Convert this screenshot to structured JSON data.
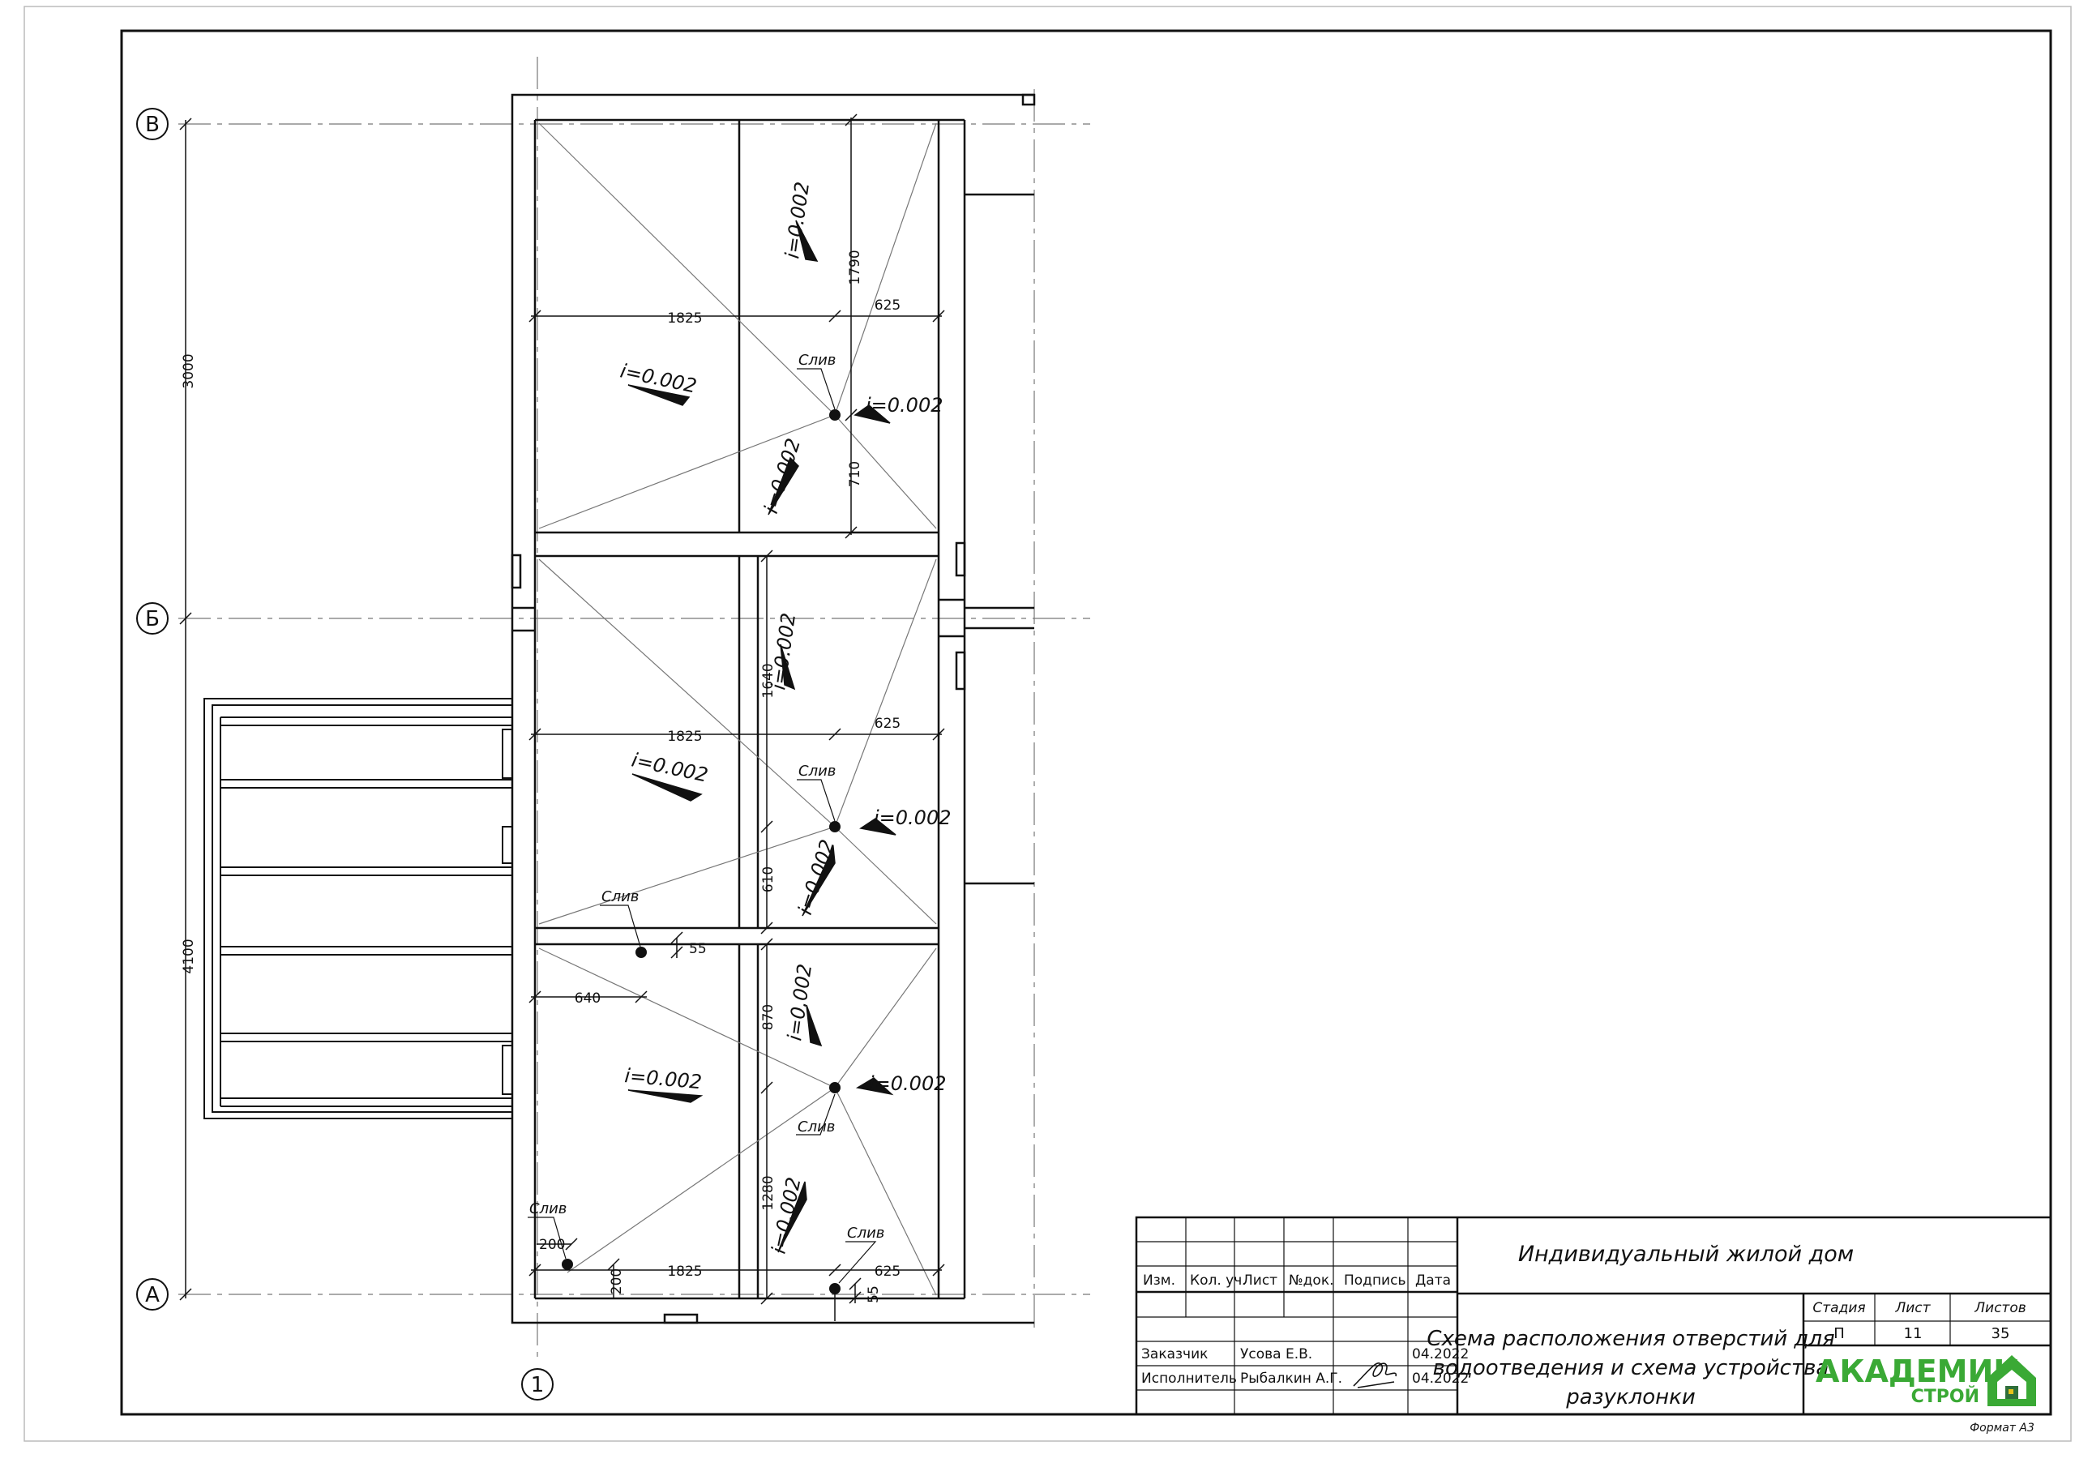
{
  "axes": {
    "v": "В",
    "b": "Б",
    "a": "А",
    "one": "1"
  },
  "dims": {
    "span_upper": "3000",
    "span_lower": "4100",
    "r1_width": "1825",
    "r1_right": "625",
    "r1_top": "1790",
    "r1_bottom": "710",
    "r2_width": "1825",
    "r2_right": "625",
    "r2_top": "1640",
    "r2_bottom": "610",
    "gap55_mid": "55",
    "r3_left": "640",
    "r3_top": "870",
    "r3_bottom": "1280",
    "corner_x": "200",
    "corner_y": "200",
    "bottom_width": "1825",
    "bottom_right": "625",
    "gap55_bottom": "55"
  },
  "slopes": {
    "s1": "i=0.002",
    "s2": "i=0.002",
    "s3": "i=0.002",
    "s4": "i=0.002",
    "s5": "i=0.002",
    "s6": "i=0.002",
    "s7": "i=0.002",
    "s8": "i=0.002",
    "s9": "i=0.002",
    "s10": "i=0.002",
    "s11": "i=0.002",
    "s12": "i=0.002"
  },
  "drains": {
    "d1": "Слив",
    "d2": "Слив",
    "d3": "Слив",
    "d4": "Слив",
    "d5": "Слив",
    "d6": "Слив"
  },
  "title_block": {
    "headers": [
      "Изм.",
      "Кол. уч.",
      "Лист",
      "№док.",
      "Подпись",
      "Дата"
    ],
    "roles": [
      {
        "role": "Заказчик",
        "name": "Усова Е.В.",
        "date": "04.2022"
      },
      {
        "role": "Исполнитель",
        "name": "Рыбалкин А.Г.",
        "date": "04.2022"
      }
    ],
    "project": "Индивидуальный жилой дом",
    "drawing_title_1": "Схема расположения отверстий для",
    "drawing_title_2": "водоотведения и схема устройства",
    "drawing_title_3": "разуклонки",
    "stage_label": "Стадия",
    "sheet_label": "Лист",
    "sheets_label": "Листов",
    "stage": "П",
    "sheet": "11",
    "sheets": "35",
    "logo_main": "АКАДЕМИК",
    "logo_sub": "СТРОЙ"
  },
  "format": "Формат А3",
  "colors": {
    "logo_green": "#3aa935",
    "logo_dark": "#2f6f3a",
    "logo_yellow": "#e6c21a",
    "line": "#111111"
  }
}
